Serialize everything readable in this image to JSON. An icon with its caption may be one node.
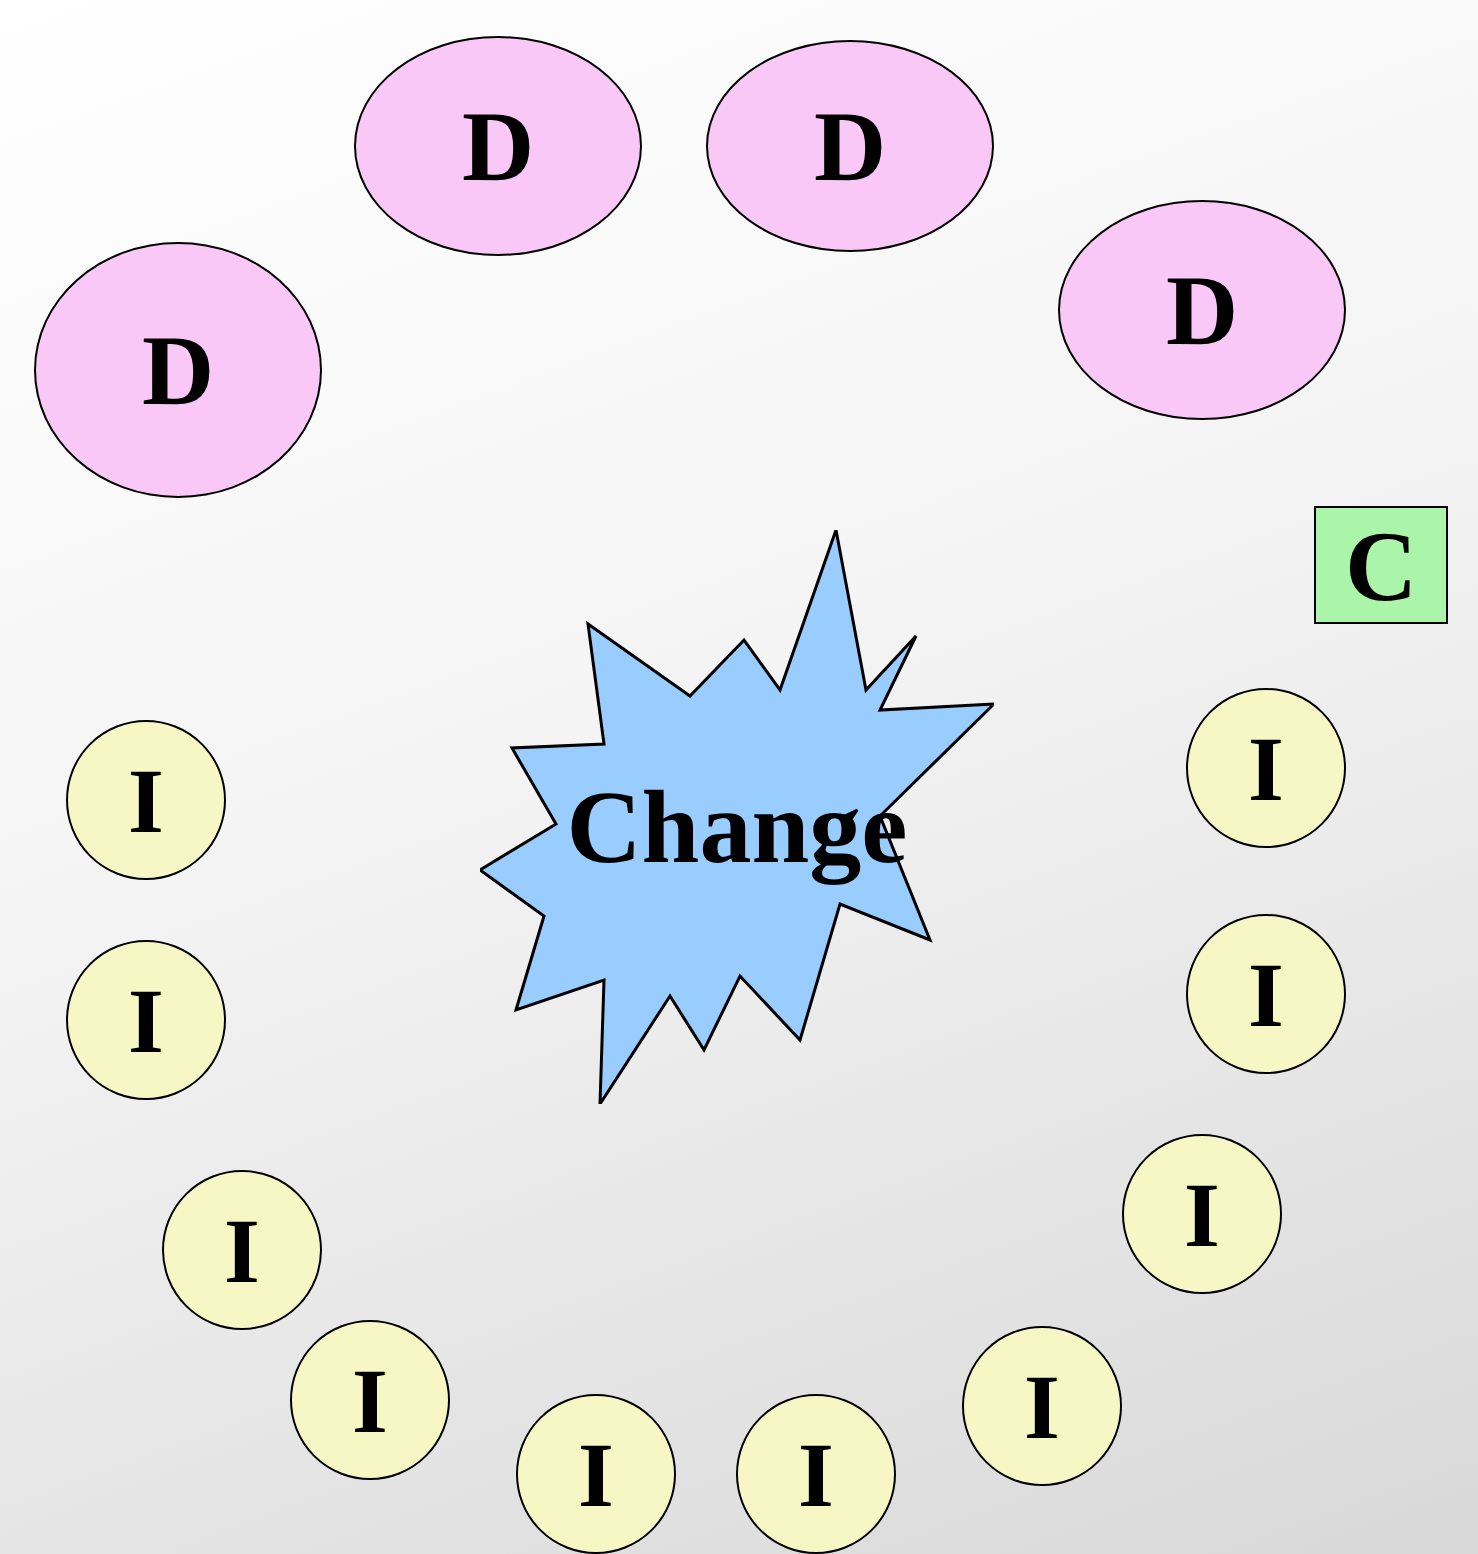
{
  "diagram": {
    "nodes": [
      {
        "text": [
          "D"
        ]
      },
      {
        "text": [
          "D"
        ]
      },
      {
        "text": [
          "D"
        ]
      },
      {
        "text": [
          "D"
        ]
      },
      {
        "text": [
          "C"
        ]
      },
      {
        "text": [
          "Change"
        ]
      },
      {
        "text": [
          "I"
        ]
      },
      {
        "text": [
          "I"
        ]
      },
      {
        "text": [
          "I"
        ]
      },
      {
        "text": [
          "I"
        ]
      },
      {
        "text": [
          "I"
        ]
      },
      {
        "text": [
          "I"
        ]
      },
      {
        "text": [
          "I"
        ]
      },
      {
        "text": [
          "I"
        ]
      },
      {
        "text": [
          "I"
        ]
      },
      {
        "text": [
          "I"
        ]
      }
    ]
  }
}
